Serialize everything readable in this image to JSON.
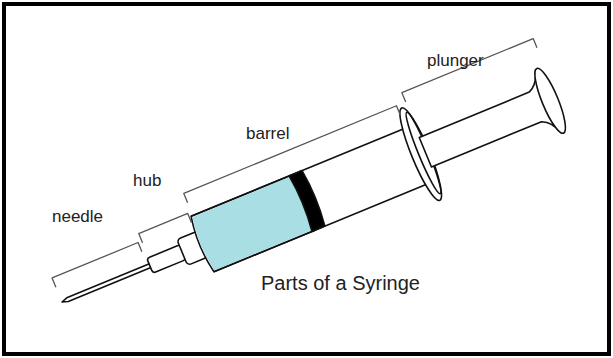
{
  "diagram": {
    "caption": "Parts of a Syringe",
    "labels": [
      "needle",
      "hub",
      "barrel",
      "plunger"
    ]
  }
}
